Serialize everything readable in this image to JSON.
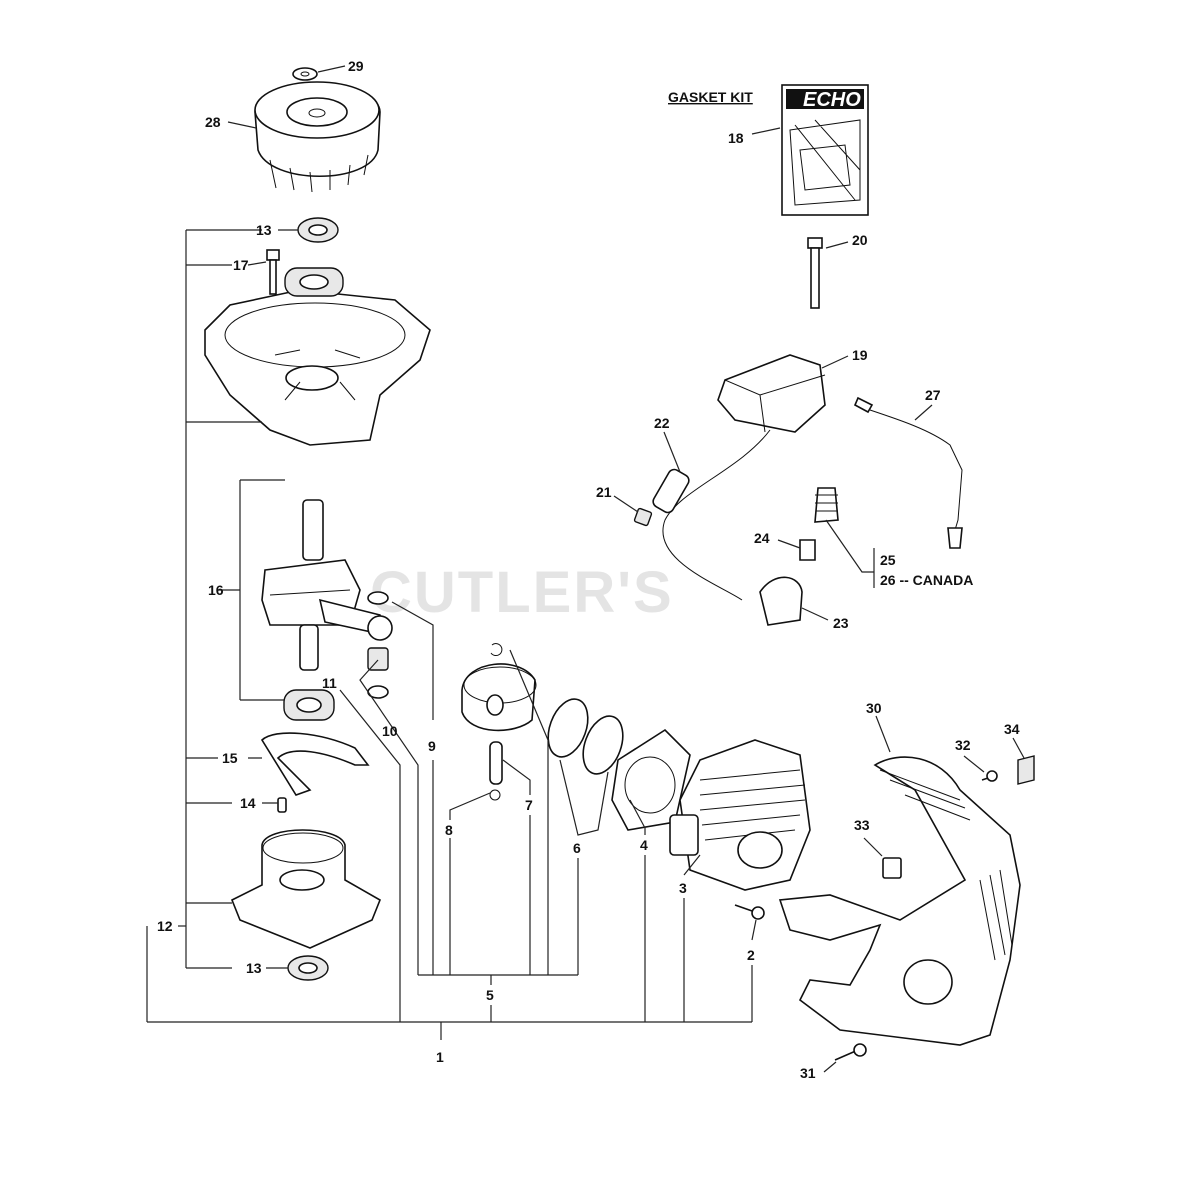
{
  "watermark": "CUTLER'S",
  "gasket_kit": {
    "title": "GASKET KIT",
    "brand": "ECHO"
  },
  "callouts": {
    "c1": "1",
    "c2": "2",
    "c3": "3",
    "c4": "4",
    "c5": "5",
    "c6": "6",
    "c7": "7",
    "c8": "8",
    "c9": "9",
    "c10": "10",
    "c11": "11",
    "c12": "12",
    "c13a": "13",
    "c13b": "13",
    "c14": "14",
    "c15": "15",
    "c16": "16",
    "c17": "17",
    "c18": "18",
    "c19": "19",
    "c20": "20",
    "c21": "21",
    "c22": "22",
    "c23": "23",
    "c24": "24",
    "c25": "25",
    "c26": "26 -- CANADA",
    "c27": "27",
    "c28": "28",
    "c29": "29",
    "c30": "30",
    "c31": "31",
    "c32": "32",
    "c33": "33",
    "c34": "34"
  },
  "colors": {
    "ink": "#111111",
    "watermark": "#cfcfcf"
  }
}
